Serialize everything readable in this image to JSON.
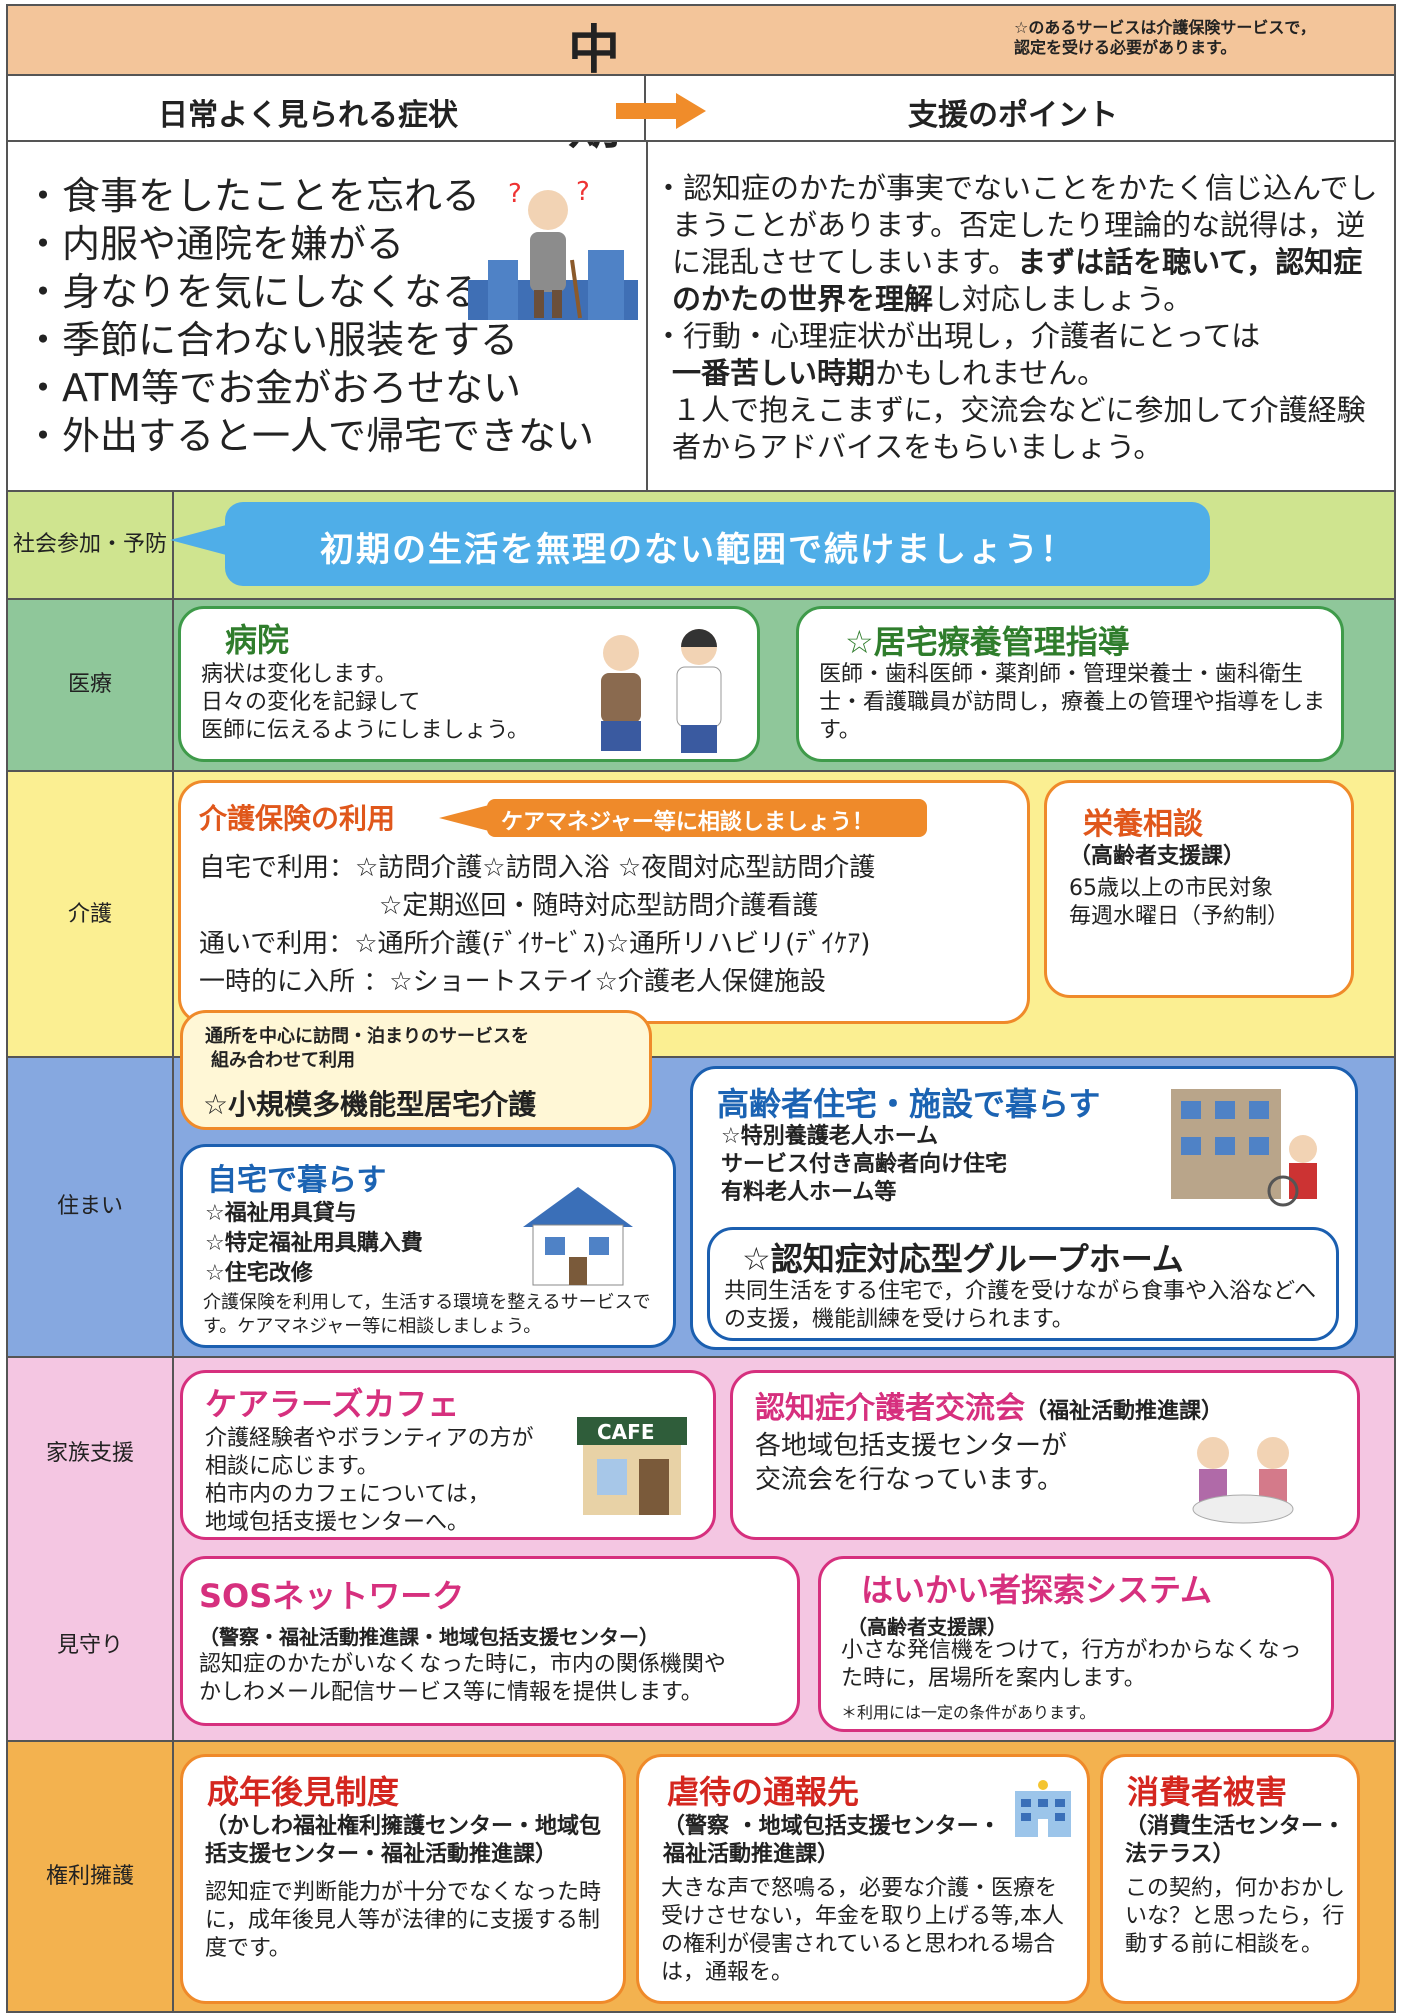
{
  "header": {
    "title": "中　期",
    "note_line1": "☆のあるサービスは介護保険サービスで，",
    "note_line2": "認定を受ける必要があります。"
  },
  "columns": {
    "left": "日常よく見られる症状",
    "right": "支援のポイント"
  },
  "symptoms": [
    "・食事をしたことを忘れる",
    "・内服や通院を嫌がる",
    "・身なりを気にしなくなる",
    "・季節に合わない服装をする",
    "・ATM等でお金がおろせない",
    "・外出すると一人で帰宅できない"
  ],
  "points": {
    "p1_a": "・認知症のかたが事実でないことをかたく信じ込んでしまうことがあります。否定したり理論的な説得は，逆に混乱させてしまいます。",
    "p1_b": "まずは話を聴いて，認知症のかたの世界を理解",
    "p1_c": "し対応しましょう。",
    "p2_a": "・行動・心理症状が出現し，介護者にとっては",
    "p2_b": "一番苦しい時期",
    "p2_c": "かもしれません。",
    "p2_d": "１人で抱えこまずに，交流会などに参加して介護経験者からアドバイスをもらいましょう。"
  },
  "bands": {
    "social": "社会参加・予防",
    "medical": "医療",
    "care": "介護",
    "housing": "住まい",
    "family": "家族支援",
    "watch": "見守り",
    "rights": "権利擁護"
  },
  "social_callout": "初期の生活を無理のない範囲で続けましょう！",
  "medical": {
    "hospital_title": "病院",
    "hospital_l1": "病状は変化します。",
    "hospital_l2": "日々の変化を記録して",
    "hospital_l3": "医師に伝えるようにしましょう。",
    "home_title": "☆居宅療養管理指導",
    "home_text": "医師・歯科医師・薬剤師・管理栄養士・歯科衛生士・看護職員が訪問し，療養上の管理や指導をします。"
  },
  "care": {
    "ins_title": "介護保険の利用",
    "ins_tag": "ケアマネジャー等に相談しましょう！",
    "l1": "自宅で利用：☆訪問介護☆訪問入浴 ☆夜間対応型訪問介護",
    "l2": "☆定期巡回・随時対応型訪問介護看護",
    "l3": "通いで利用：☆通所介護(ﾃﾞｲｻｰﾋﾞｽ)☆通所リハビリ(ﾃﾞｲｹｱ)",
    "l4": "一時的に入所 ：☆ショートステイ☆介護老人保健施設",
    "nut_title": "栄養相談",
    "nut_sub": "（高齢者支援課）",
    "nut_l1": "65歳以上の市民対象",
    "nut_l2": "毎週水曜日（予約制）",
    "small_l1": "通所を中心に訪問・泊まりのサービスを",
    "small_l2": "組み合わせて利用",
    "small_title": "☆小規模多機能型居宅介護"
  },
  "housing": {
    "home_title": "自宅で暮らす",
    "home_l1": "☆福祉用具貸与",
    "home_l2": "☆特定福祉用具購入費",
    "home_l3": "☆住宅改修",
    "home_text": "介護保険を利用して，生活する環境を整えるサービスです。ケアマネジャー等に相談しましょう。",
    "fac_title": "高齢者住宅・施設で暮らす",
    "fac_l1": "☆特別養護老人ホーム",
    "fac_l2": "サービス付き高齢者向け住宅",
    "fac_l3": "有料老人ホーム等",
    "gh_title": "☆認知症対応型グループホーム",
    "gh_text": "共同生活をする住宅で，介護を受けながら食事や入浴などへの支援，機能訓練を受けられます。"
  },
  "family": {
    "cafe_title": "ケアラーズカフェ",
    "cafe_l1": "介護経験者やボランティアの方が",
    "cafe_l2": "相談に応じます。",
    "cafe_l3": "柏市内のカフェについては，",
    "cafe_l4": "地域包括支援センターへ。",
    "cafe_sign": "CAFE",
    "ex_title": "認知症介護者交流会",
    "ex_sub": "（福祉活動推進課）",
    "ex_l1": "各地域包括支援センターが",
    "ex_l2": "交流会を行なっています。"
  },
  "watch": {
    "sos_title": "SOSネットワーク",
    "sos_sub": "（警察・福祉活動推進課・地域包括支援センター）",
    "sos_l1": "認知症のかたがいなくなった時に，市内の関係機関や",
    "sos_l2": "かしわメール配信サービス等に情報を提供します。",
    "gps_title": "はいかい者探索システム",
    "gps_sub": "（高齢者支援課）",
    "gps_l1": "小さな発信機をつけて，行方がわからなくなった時に，居場所を案内します。",
    "gps_note": "＊利用には一定の条件があります。"
  },
  "rights": {
    "guard_title": "成年後見制度",
    "guard_sub": "（かしわ福祉権利擁護センター・地域包括支援センター・福祉活動推進課）",
    "guard_text": "認知症で判断能力が十分でなくなった時に，成年後見人等が法律的に支援する制度です。",
    "abuse_title": "虐待の通報先",
    "abuse_sub": "（警察 ・地域包括支援センター・福祉活動推進課）",
    "abuse_text": "大きな声で怒鳴る，必要な介護・医療を受けさせない，年金を取り上げる等,本人の権利が侵害されていると思われる場合は，通報を。",
    "cons_title": "消費者被害",
    "cons_sub": "（消費生活センター・法テラス）",
    "cons_text": "この契約，何かおかしいな？と思ったら，行動する前に相談を。"
  },
  "colors": {
    "header": "#f3c59a",
    "social": "#cfe48f",
    "medical": "#8fc79a",
    "care": "#fbef92",
    "housing": "#86a8e0",
    "family": "#f4c6e2",
    "rights": "#f3b24f"
  }
}
